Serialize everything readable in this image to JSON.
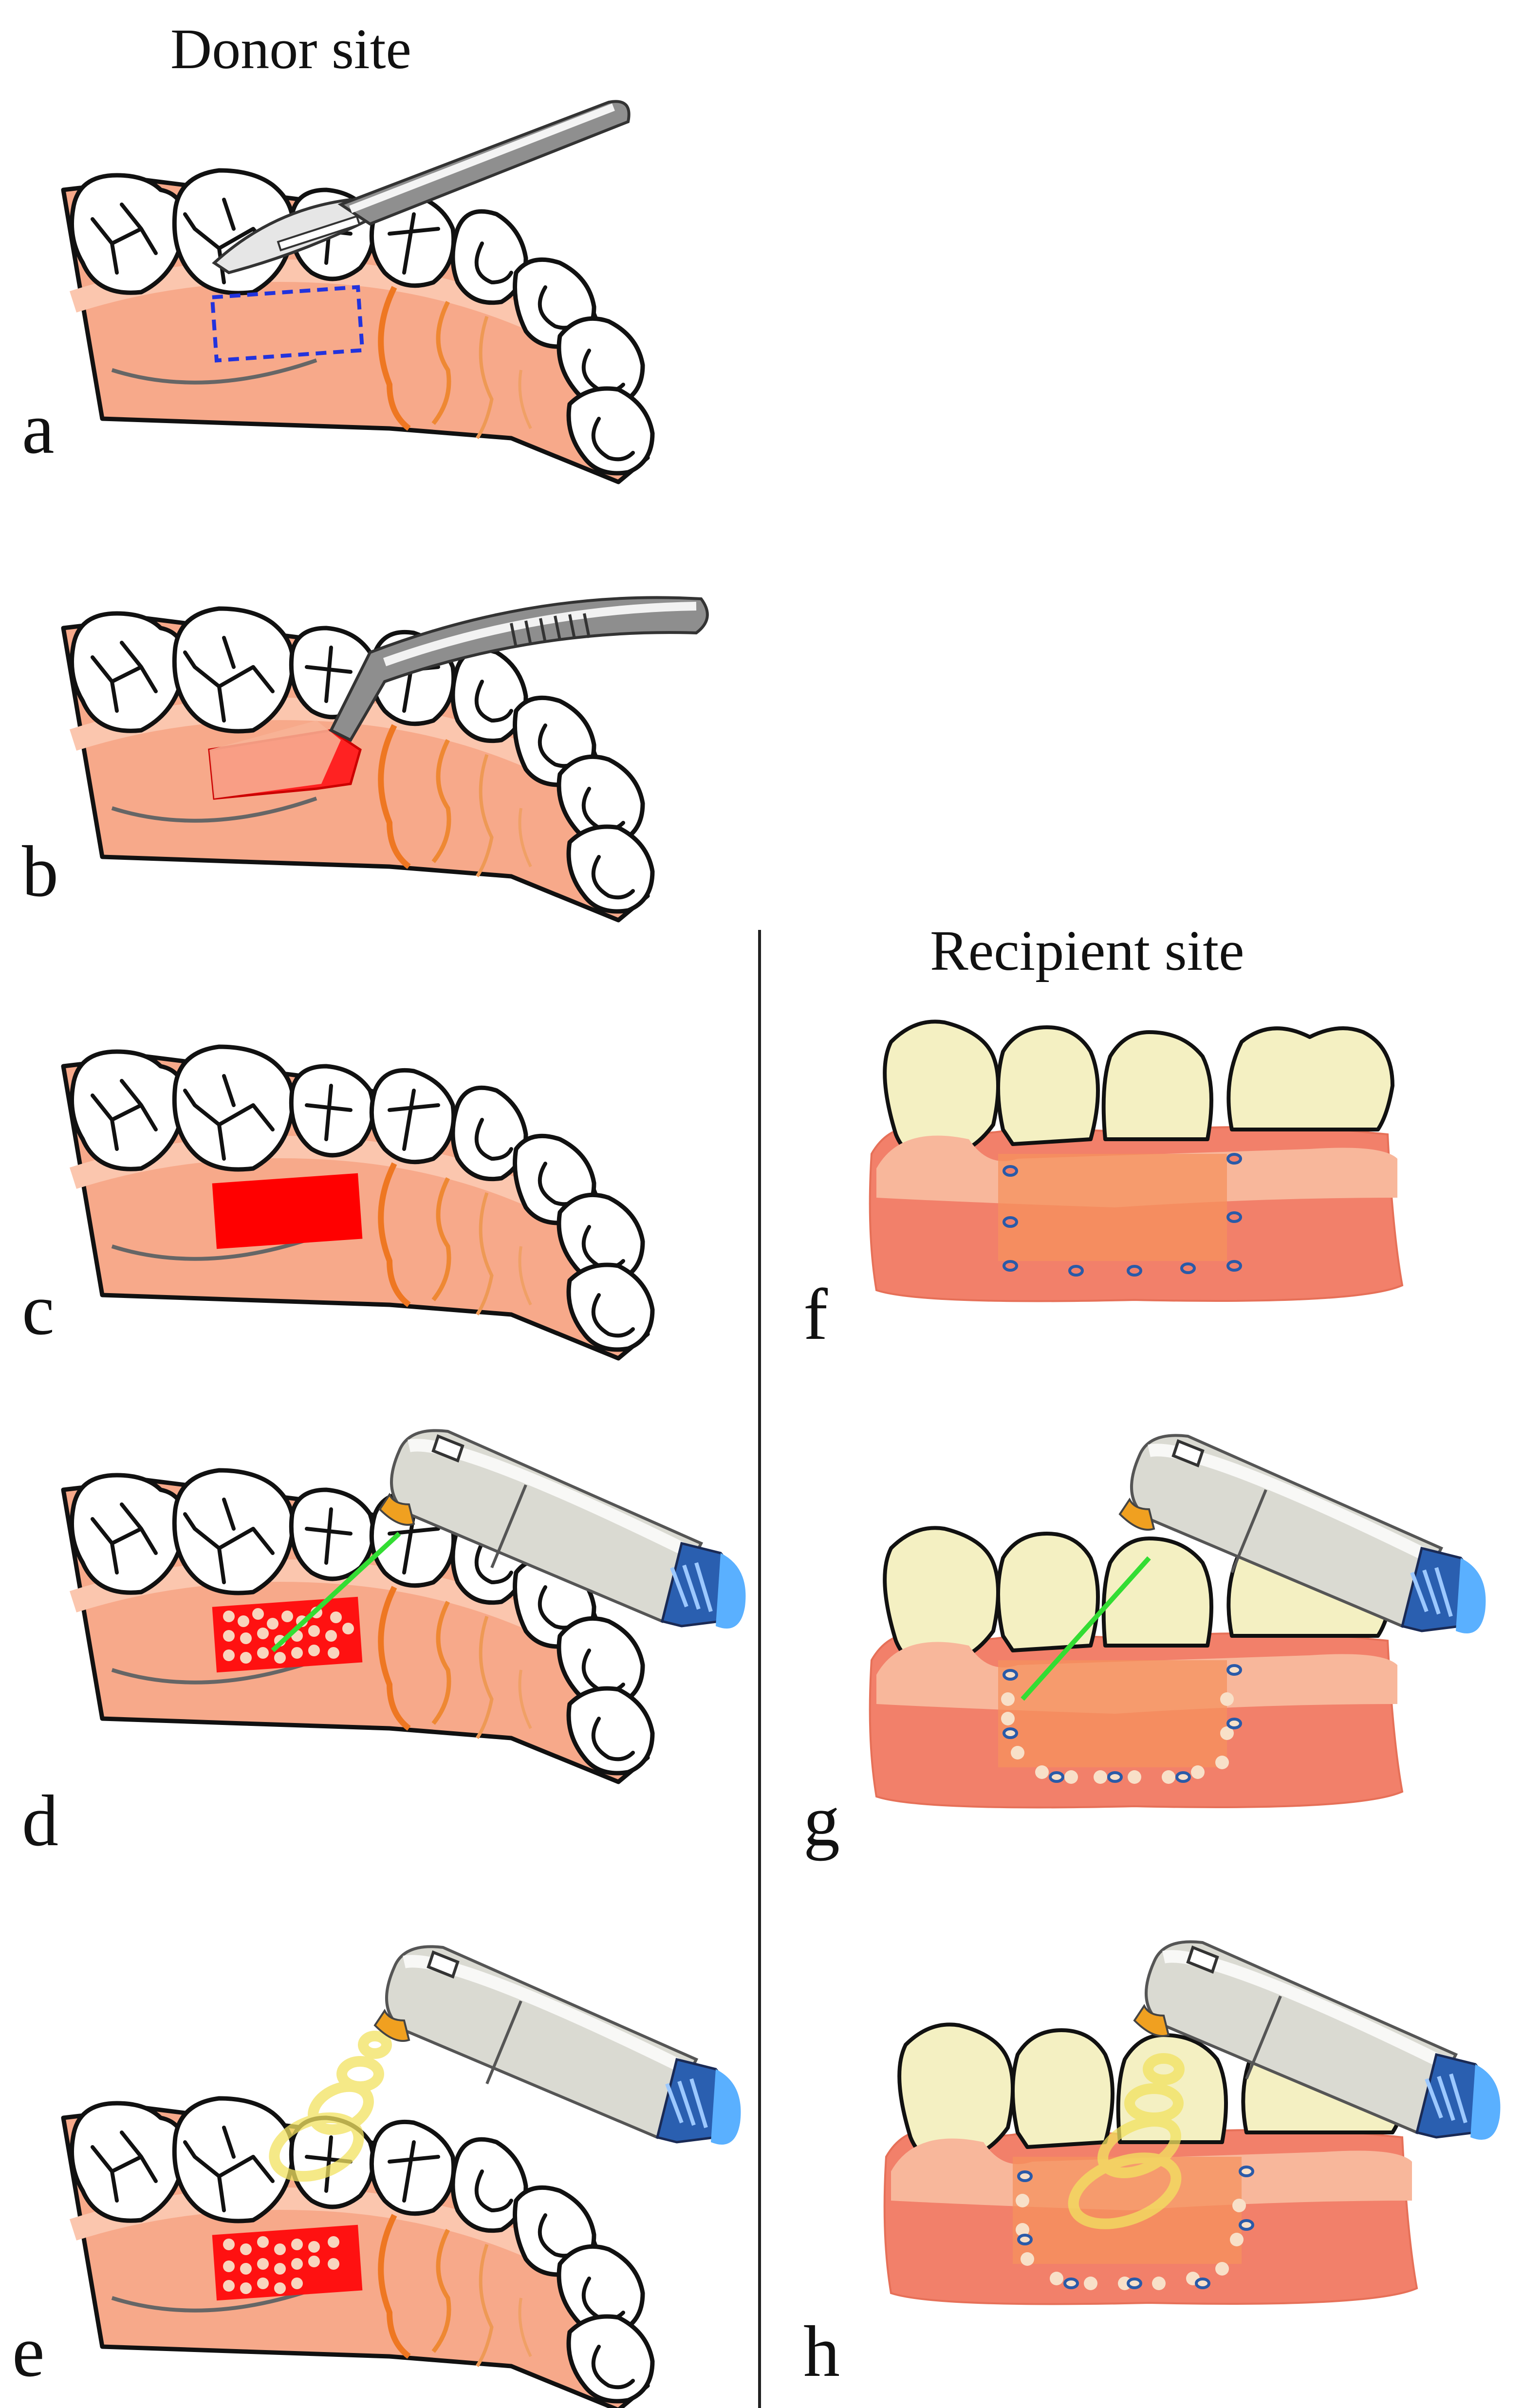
{
  "headings": {
    "donor": "Donor site",
    "recipient": "Recipient site"
  },
  "panels": {
    "a": "a",
    "b": "b",
    "c": "c",
    "d": "d",
    "e": "e",
    "f": "f",
    "g": "g",
    "h": "h"
  },
  "colors": {
    "gingiva": "#f7a98a",
    "recipient_gingiva": "#f2806a",
    "graft_bed": "#ff0000",
    "suture": "#2a5aa8",
    "laser_beam": "#33dd33",
    "led_glow": "#f2e260",
    "tooth_crown": "#f4f0c2"
  },
  "icons": {
    "a": "scalpel-icon",
    "b": "tweezers-icon",
    "d": "laser-handpiece-icon",
    "e": "led-handpiece-icon",
    "g": "laser-handpiece-icon",
    "h": "led-handpiece-icon"
  }
}
